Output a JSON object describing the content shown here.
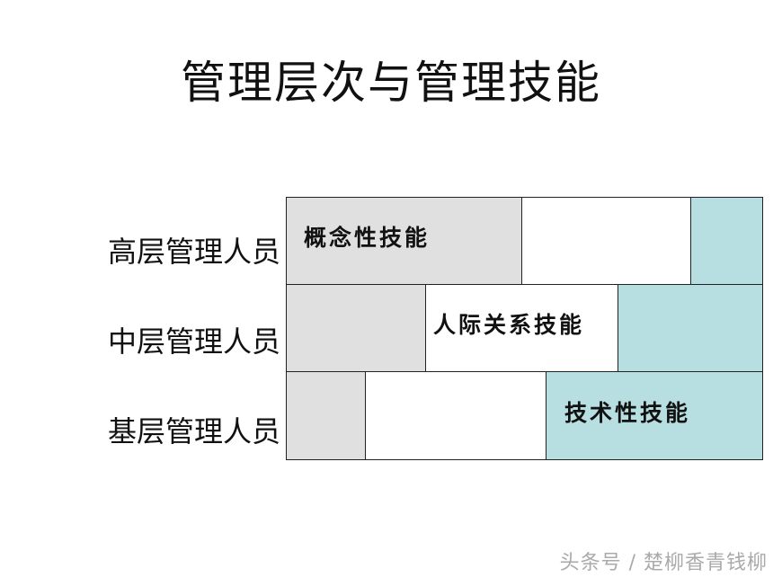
{
  "title": "管理层次与管理技能",
  "rows": {
    "top": "高层管理人员",
    "middle": "中层管理人员",
    "bottom": "基层管理人员"
  },
  "skills": {
    "conceptual": "概念性技能",
    "human": "人际关系技能",
    "technical": "技术性技能"
  },
  "colors": {
    "conceptual": "#e0e0e0",
    "human": "#ffffff",
    "technical": "#b7dfe1"
  },
  "watermark": "头条号 / 楚柳香青钱柳"
}
